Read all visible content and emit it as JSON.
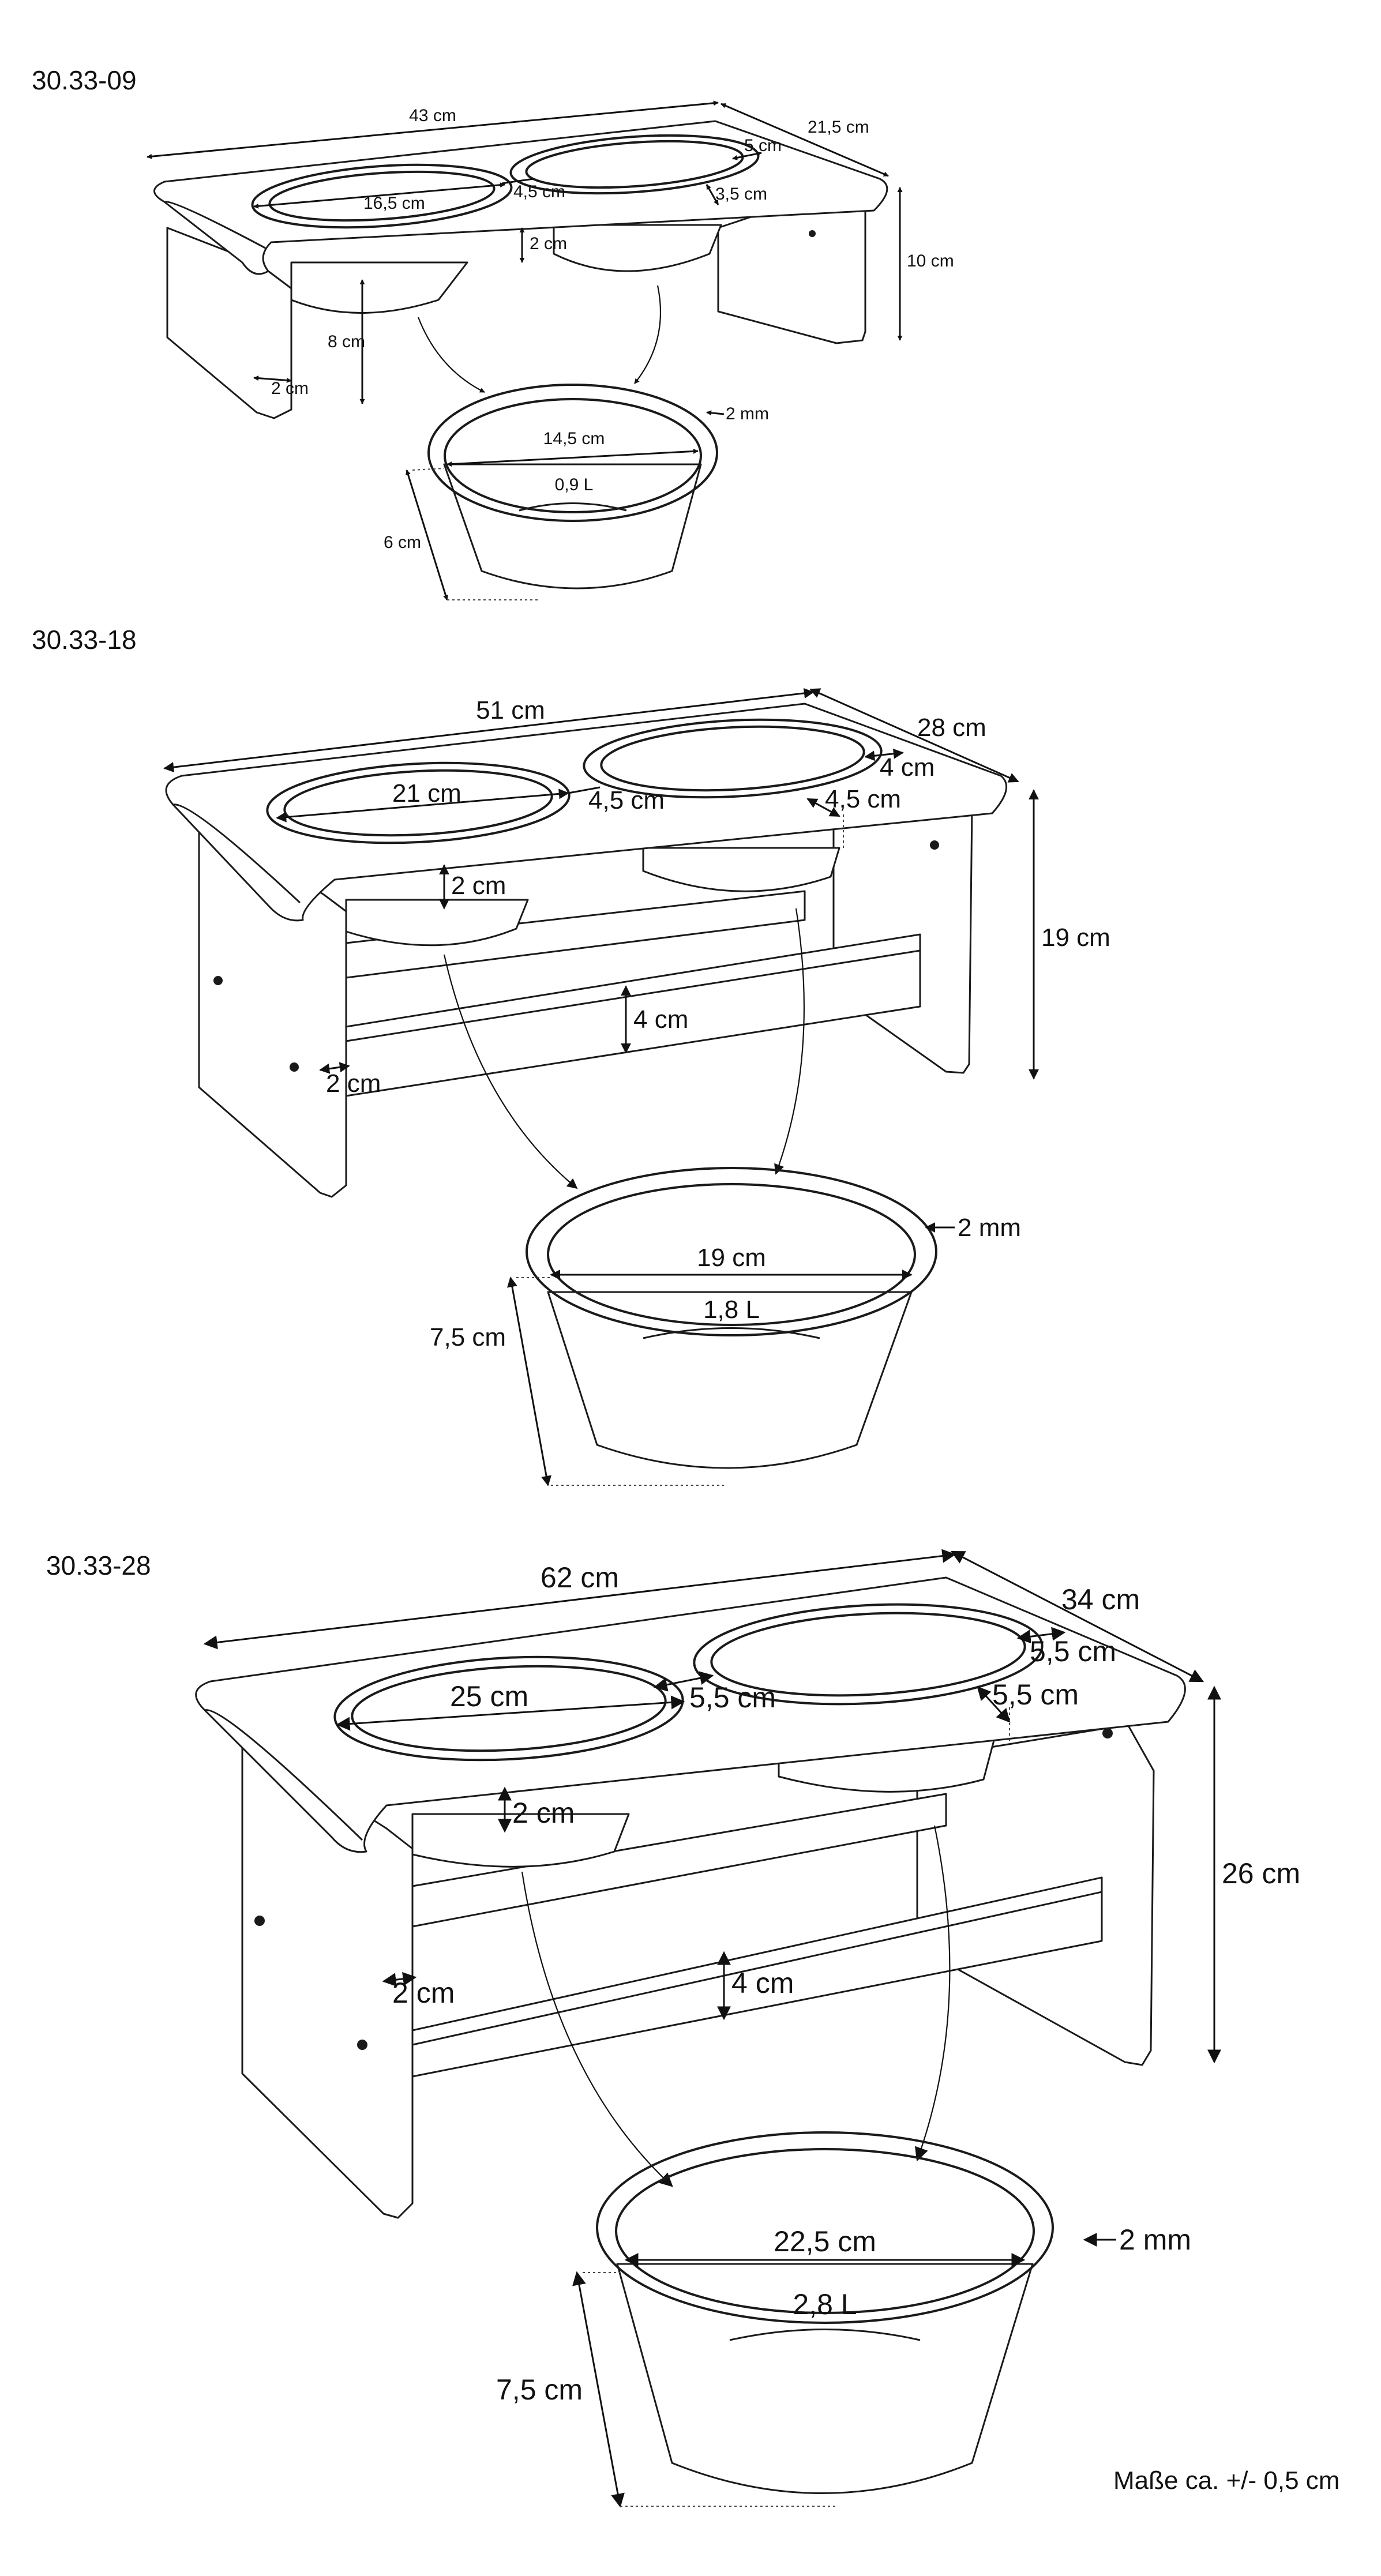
{
  "products": [
    {
      "code": "30.33-09",
      "labels": {
        "length": "43 cm",
        "depth": "21,5 cm",
        "bowl_opening": "16,5 cm",
        "gap_between": "4,5 cm",
        "edge_back": "5 cm",
        "edge_side": "3,5 cm",
        "top_thickness": "2 cm",
        "height": "10 cm",
        "leg_clearance": "8 cm",
        "leg_thickness": "2 cm"
      },
      "bowl": {
        "diameter": "14,5 cm",
        "rim": "2 mm",
        "volume": "0,9 L",
        "height": "6 cm"
      }
    },
    {
      "code": "30.33-18",
      "labels": {
        "length": "51 cm",
        "depth": "28 cm",
        "bowl_opening": "21 cm",
        "gap_between": "4,5 cm",
        "edge_back": "4 cm",
        "edge_side": "4,5 cm",
        "top_thickness": "2 cm",
        "height": "19 cm",
        "rail_height": "4 cm",
        "leg_thickness": "2 cm"
      },
      "bowl": {
        "diameter": "19 cm",
        "rim": "2 mm",
        "volume": "1,8 L",
        "height": "7,5 cm"
      }
    },
    {
      "code": "30.33-28",
      "labels": {
        "length": "62 cm",
        "depth": "34 cm",
        "bowl_opening": "25 cm",
        "gap_between": "5,5 cm",
        "edge_back": "5,5 cm",
        "edge_side": "5,5 cm",
        "top_thickness": "2 cm",
        "height": "26 cm",
        "rail_height": "4 cm",
        "leg_thickness": "2 cm"
      },
      "bowl": {
        "diameter": "22,5 cm",
        "rim": "2 mm",
        "volume": "2,8 L",
        "height": "7,5 cm"
      }
    }
  ],
  "footnote": "Maße ca. +/- 0,5 cm"
}
